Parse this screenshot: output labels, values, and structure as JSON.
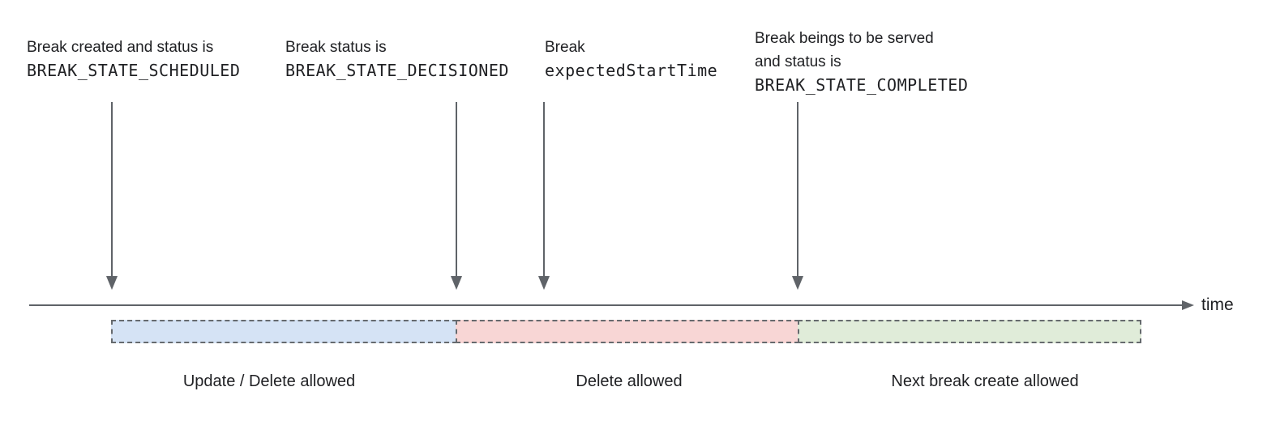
{
  "annotations": [
    {
      "line1": "Break created and status is",
      "code": "BREAK_STATE_SCHEDULED"
    },
    {
      "line1": "Break status is",
      "code": "BREAK_STATE_DECISIONED"
    },
    {
      "line1": "Break",
      "code": "expectedStartTime"
    },
    {
      "line1": "Break beings to be served",
      "line2": "and status is",
      "code": "BREAK_STATE_COMPLETED"
    }
  ],
  "timeline": {
    "axis_label": "time"
  },
  "segments": [
    {
      "label": "Update / Delete allowed",
      "fill": "#d5e3f5"
    },
    {
      "label": "Delete allowed",
      "fill": "#f8d6d5"
    },
    {
      "label": "Next break create allowed",
      "fill": "#e0ecd9"
    }
  ],
  "colors": {
    "arrow": "#5f6368",
    "segment_border": "#666a6e",
    "text": "#202124"
  }
}
